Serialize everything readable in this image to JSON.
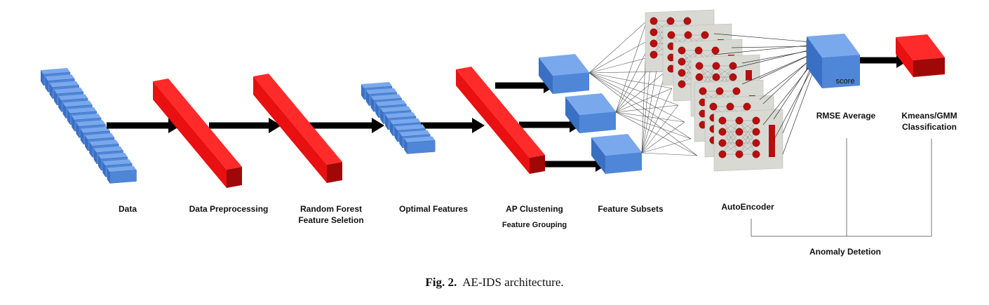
{
  "diagram": {
    "labels": {
      "data": "Data",
      "preprocessing": "Data Preprocessing",
      "random_forest_1": "Random Forest",
      "random_forest_2": "Feature Seletion",
      "optimal": "Optimal Features",
      "ap_1": "AP Clustening",
      "ap_2": "Feature Grouping",
      "subsets": "Feature Subsets",
      "autoencoder": "AutoEncoder",
      "rmse": "RMSE Average",
      "kmeans_1": "Kmeans/GMM",
      "kmeans_2": "Classification",
      "anomaly": "Anomaly Detetion",
      "score": "score"
    },
    "colors": {
      "blue": "#4f86d8",
      "red": "#e81010",
      "arrow": "#000000",
      "panel": "#dcdcd6",
      "node": "#b80e0e"
    }
  },
  "caption": {
    "fig": "Fig. 2.",
    "text": "AE-IDS architecture."
  }
}
